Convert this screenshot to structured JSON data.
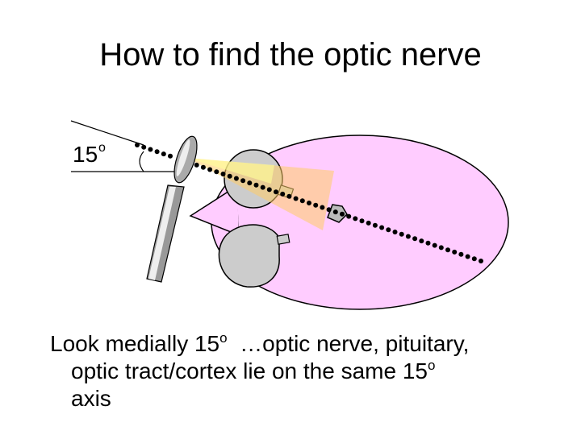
{
  "title": "How to find the optic nerve",
  "diagram": {
    "angle_label": "15",
    "angle_label_sup": "o"
  },
  "caption": {
    "line1_a": "Look medially 15",
    "line1_sup": "o",
    "line1_b": "  …optic nerve, pituitary,",
    "line2_a": "optic tract/cortex lie on the same 15",
    "line2_sup": "o",
    "line3": "axis"
  }
}
